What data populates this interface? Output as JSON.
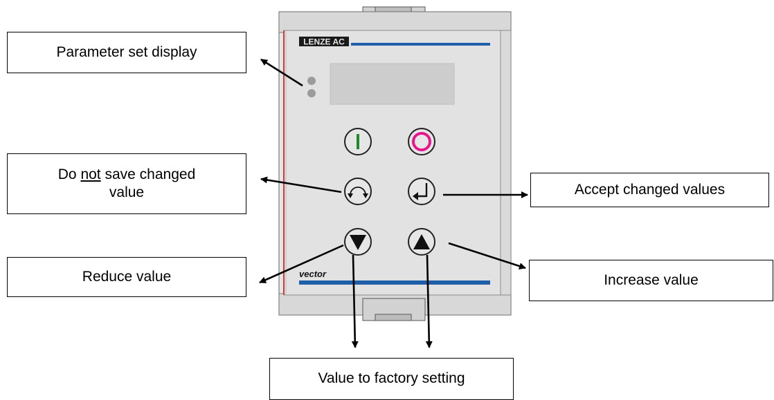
{
  "device": {
    "brand_logo_text": "LENZE AC",
    "series_text": "vector",
    "colors": {
      "housing": "#e3e3e3",
      "housing_edge": "#c4c4c4",
      "display_window": "#cdcdcd",
      "stripe": "#1f5ea8",
      "red_edge": "#d43a3a",
      "run_symbol": "#1e8a2c",
      "stop_symbol": "#e8168c"
    }
  },
  "labels": {
    "parameter_set_display": "Parameter set display",
    "do_not_save_prefix": "Do ",
    "do_not_save_emph": "not",
    "do_not_save_rest": " save changed",
    "do_not_save_line2": "value",
    "accept_changed_values": "Accept changed values",
    "reduce_value": "Reduce value",
    "increase_value": "Increase value",
    "value_to_factory_setting": "Value to factory setting"
  },
  "icons": [
    "run-icon",
    "stop-icon",
    "cycle-arrows-icon",
    "enter-icon",
    "down-triangle-icon",
    "up-triangle-icon",
    "parameter-set-led-icon"
  ]
}
